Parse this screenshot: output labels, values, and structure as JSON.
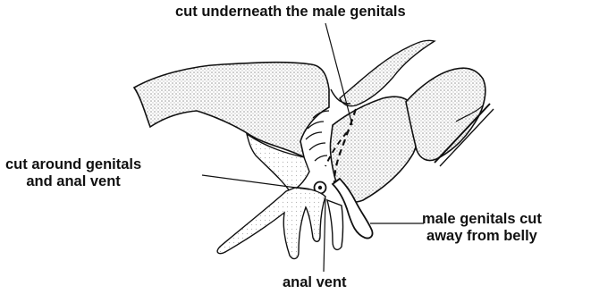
{
  "labels": {
    "cut_underneath": "cut underneath the male genitals",
    "cut_around_line1": "cut around genitals",
    "cut_around_line2": "and anal vent",
    "male_genitals_line1": "male genitals cut",
    "male_genitals_line2": "away from belly",
    "anal_vent": "anal vent"
  },
  "colors": {
    "ink": "#111111",
    "shading": "#9a9a9a",
    "background": "#ffffff"
  }
}
